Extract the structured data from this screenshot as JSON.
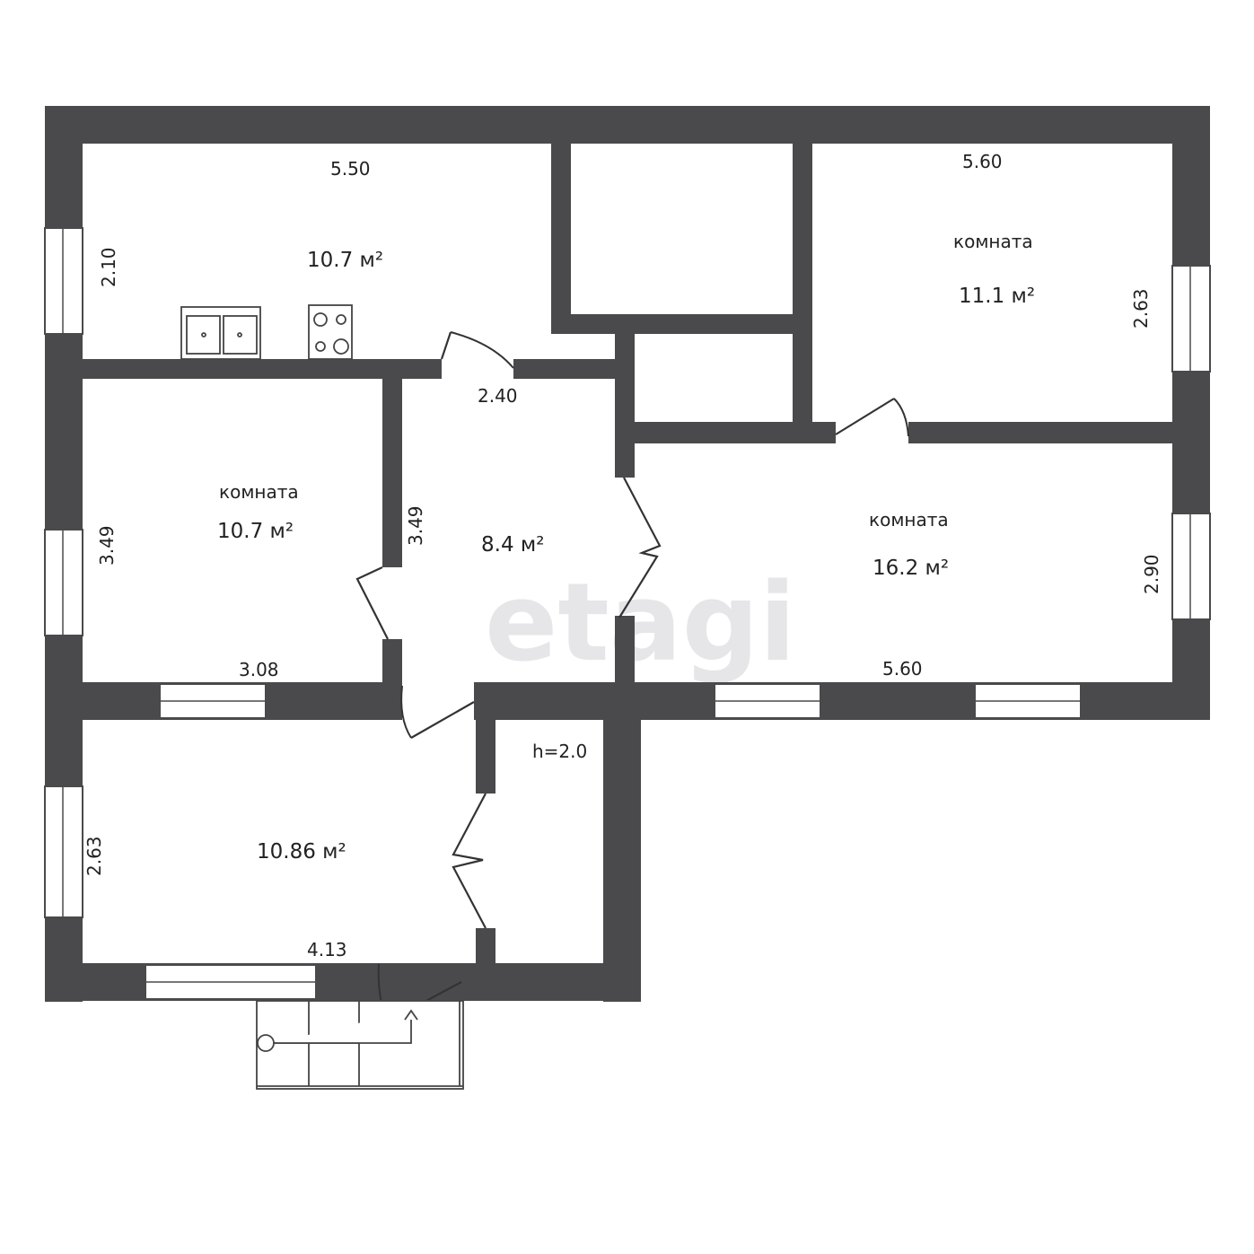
{
  "watermark": "etagi",
  "colors": {
    "wall": "#4a4a4c",
    "background": "#ffffff",
    "text": "#222222"
  },
  "rooms": [
    {
      "id": "kitchen",
      "label": "",
      "area": "10.7 м²"
    },
    {
      "id": "room-right-top",
      "label": "комната",
      "area": "11.1 м²"
    },
    {
      "id": "room-left",
      "label": "комната",
      "area": "10.7 м²"
    },
    {
      "id": "hall",
      "label": "",
      "area": "8.4 м²"
    },
    {
      "id": "room-big",
      "label": "комната",
      "area": "16.2 м²"
    },
    {
      "id": "entrance",
      "label": "",
      "area": "10.86 м²"
    },
    {
      "id": "storage",
      "label": "h=2.0",
      "area": ""
    }
  ],
  "dimensions": {
    "kitchen_width": "5.50",
    "kitchen_height": "2.10",
    "room_right_top_width": "5.60",
    "room_right_top_height": "2.63",
    "hall_door_width": "2.40",
    "room_left_height": "3.49",
    "room_left_width": "3.08",
    "hall_height": "3.49",
    "room_big_height": "2.90",
    "room_big_width": "5.60",
    "entrance_height": "2.63",
    "entrance_width": "4.13"
  },
  "fixtures": [
    "sink-icon",
    "stove-icon",
    "porch-steps"
  ]
}
